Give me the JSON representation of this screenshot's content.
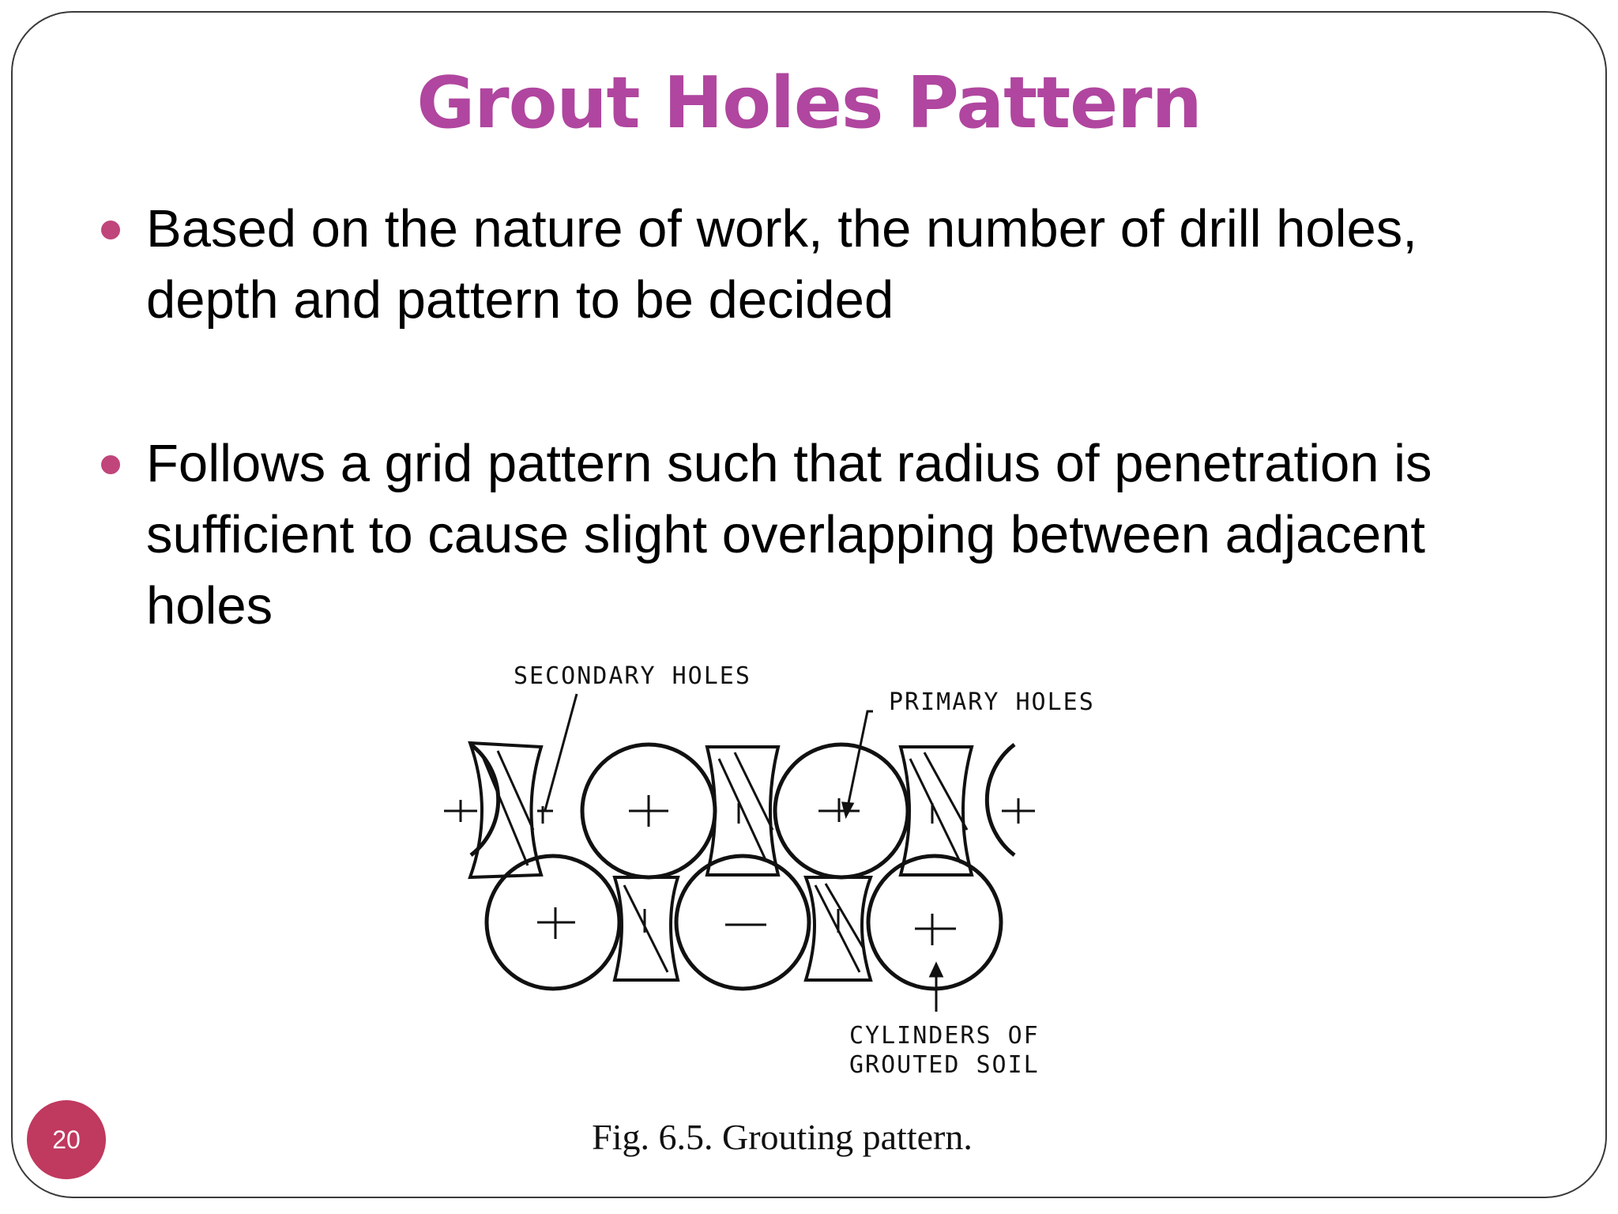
{
  "slide": {
    "title": "Grout Holes Pattern",
    "page_number": "20",
    "colors": {
      "title": "#b0469f",
      "bullet": "#c0457a",
      "page_badge": "#c0395f"
    }
  },
  "bullets": [
    "Based on the nature of work, the number of drill holes, depth and pattern to be decided",
    "Follows a grid pattern such that radius of penetration is sufficient to cause slight overlapping between adjacent holes"
  ],
  "figure": {
    "labels": {
      "secondary_holes": "SECONDARY HOLES",
      "primary_holes": "PRIMARY HOLES",
      "cylinders_line1": "CYLINDERS OF",
      "cylinders_line2": "GROUTED SOIL"
    },
    "caption": "Fig. 6.5. Grouting pattern."
  }
}
